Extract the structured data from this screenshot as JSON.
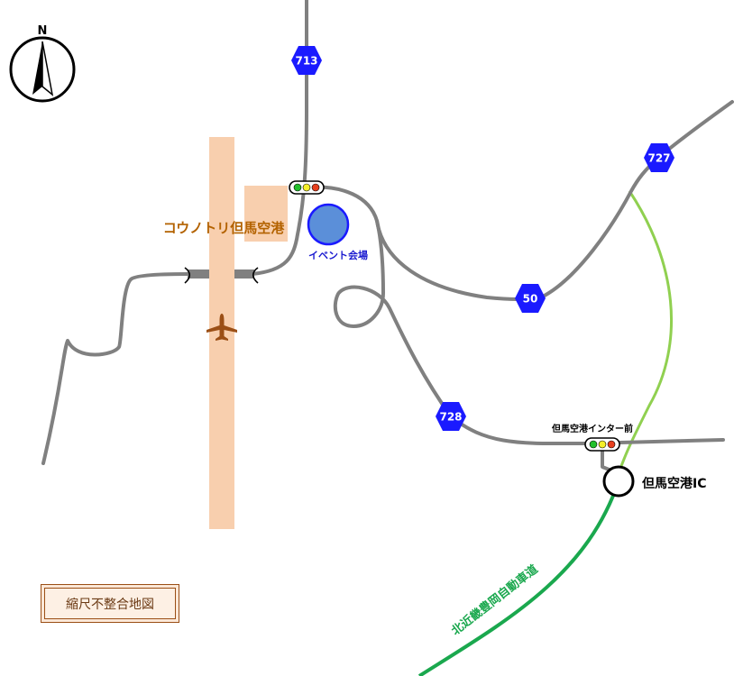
{
  "compass": {
    "letter": "N"
  },
  "routes": {
    "r713": "713",
    "r727": "727",
    "r50": "50",
    "r728": "728"
  },
  "labels": {
    "airport": "コウノトリ但馬空港",
    "venue": "イベント会場",
    "junction": "但馬空港インター前",
    "interchange": "但馬空港IC",
    "expressway": "北近畿豊岡自動車道"
  },
  "legend": {
    "scale_note": "縮尺不整合地図"
  },
  "colors": {
    "road": "#808080",
    "expressway": "#1aa84e",
    "planned_road": "#90d050",
    "route_shield": "#1a1aff",
    "runway": "#f8cfae",
    "airport_text": "#b36200",
    "venue": "#5b8fd9",
    "venue_text": "#1a1ad0",
    "plane": "#9b4f16"
  },
  "icons": {
    "compass": "north-arrow-icon",
    "plane": "airplane-icon",
    "signal": "traffic-signal-icon",
    "interchange": "interchange-circle-icon",
    "venue": "venue-marker-icon"
  }
}
